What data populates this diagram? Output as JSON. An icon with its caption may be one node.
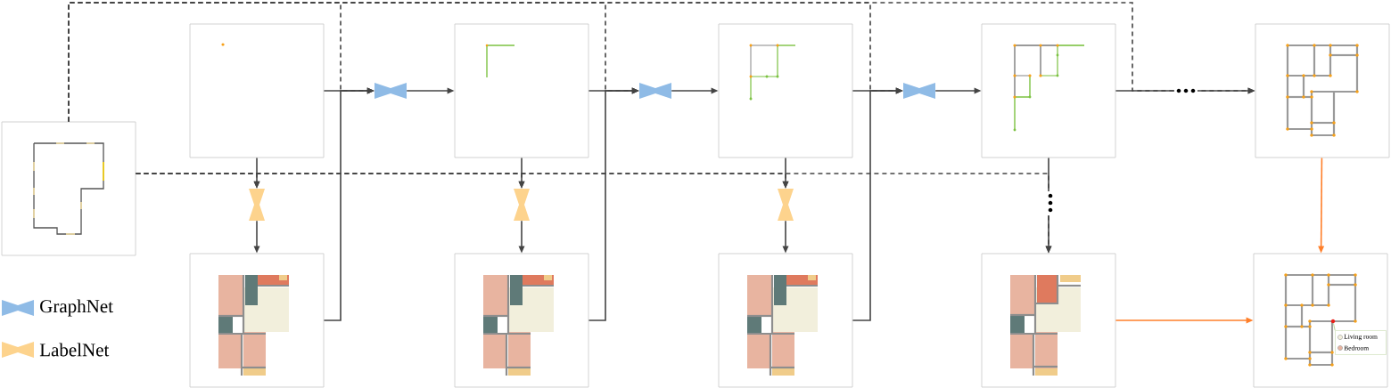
{
  "diagram": {
    "nodes": [
      {
        "text": [],
        "shape": "picture"
      },
      {
        "text": [],
        "shape": "picture"
      },
      {
        "text": [],
        "shape": "picture"
      },
      {
        "text": [],
        "shape": "picture"
      },
      {
        "text": [],
        "shape": "picture"
      },
      {
        "text": [],
        "shape": "picture"
      },
      {
        "text": [],
        "shape": "picture"
      },
      {
        "text": [],
        "shape": "picture"
      },
      {
        "text": [],
        "shape": "picture"
      },
      {
        "text": [],
        "shape": "picture"
      },
      {
        "text": [],
        "shape": "picture"
      },
      {
        "text": [],
        "shape": "picture"
      },
      {
        "text": [],
        "shape": "picture"
      },
      {
        "text": [],
        "shape": "picture"
      },
      {
        "text": [],
        "shape": "picture"
      },
      {
        "text": [],
        "shape": "picture"
      },
      {
        "text": [],
        "shape": "picture"
      },
      {
        "text": [
          "Living room",
          "Bedroom"
        ],
        "in": 10
      },
      {
        "text": [],
        "shape": "circle",
        "in": 10
      }
    ],
    "edges": [
      {
        "from": 1,
        "to": 11,
        "arrow": "to"
      },
      {
        "from": 6,
        "to": 11,
        "arrow": "to"
      },
      {
        "from": 0,
        "to": 11,
        "arrow": "to",
        "style": "dashed"
      },
      {
        "from": 11,
        "to": 2,
        "arrow": "to"
      },
      {
        "from": 1,
        "to": 14,
        "arrow": "to"
      },
      {
        "from": 0,
        "to": 14,
        "arrow": "to",
        "style": "dashed"
      },
      {
        "from": 14,
        "to": 6,
        "arrow": "to"
      },
      {
        "from": 2,
        "to": 12,
        "arrow": "to"
      },
      {
        "from": 7,
        "to": 12,
        "arrow": "to"
      },
      {
        "from": 0,
        "to": 12,
        "arrow": "to",
        "style": "dashed"
      },
      {
        "from": 12,
        "to": 3,
        "arrow": "to"
      },
      {
        "from": 2,
        "to": 15,
        "arrow": "to"
      },
      {
        "from": 0,
        "to": 15,
        "arrow": "to",
        "style": "dashed"
      },
      {
        "from": 15,
        "to": 7,
        "arrow": "to"
      },
      {
        "from": 3,
        "to": 13,
        "arrow": "to"
      },
      {
        "from": 8,
        "to": 13,
        "arrow": "to"
      },
      {
        "from": 0,
        "to": 13,
        "arrow": "to",
        "style": "dashed"
      },
      {
        "from": 13,
        "to": 4,
        "arrow": "to"
      },
      {
        "from": 3,
        "to": 16,
        "arrow": "to"
      },
      {
        "from": 0,
        "to": 16,
        "arrow": "to",
        "style": "dashed"
      },
      {
        "from": 16,
        "to": 8,
        "arrow": "to"
      },
      {
        "from": 4,
        "to": 5,
        "arrow": "to"
      },
      {
        "from": 0,
        "to": 5,
        "arrow": "to",
        "style": "dashed"
      },
      {
        "from": 4,
        "to": 9,
        "arrow": "to"
      },
      {
        "from": 0,
        "to": 9,
        "arrow": "to",
        "style": "dashed"
      },
      {
        "from": 5,
        "to": 10,
        "arrow": "to",
        "color": "#ff7f2a"
      },
      {
        "from": 9,
        "to": 10,
        "arrow": "to",
        "color": "#ff7f2a"
      },
      {
        "from": 17,
        "to": 18,
        "arrow": "none",
        "color": "#a8c880"
      }
    ],
    "legend": [
      {
        "text": "GraphNet"
      },
      {
        "text": "LabelNet"
      }
    ]
  }
}
